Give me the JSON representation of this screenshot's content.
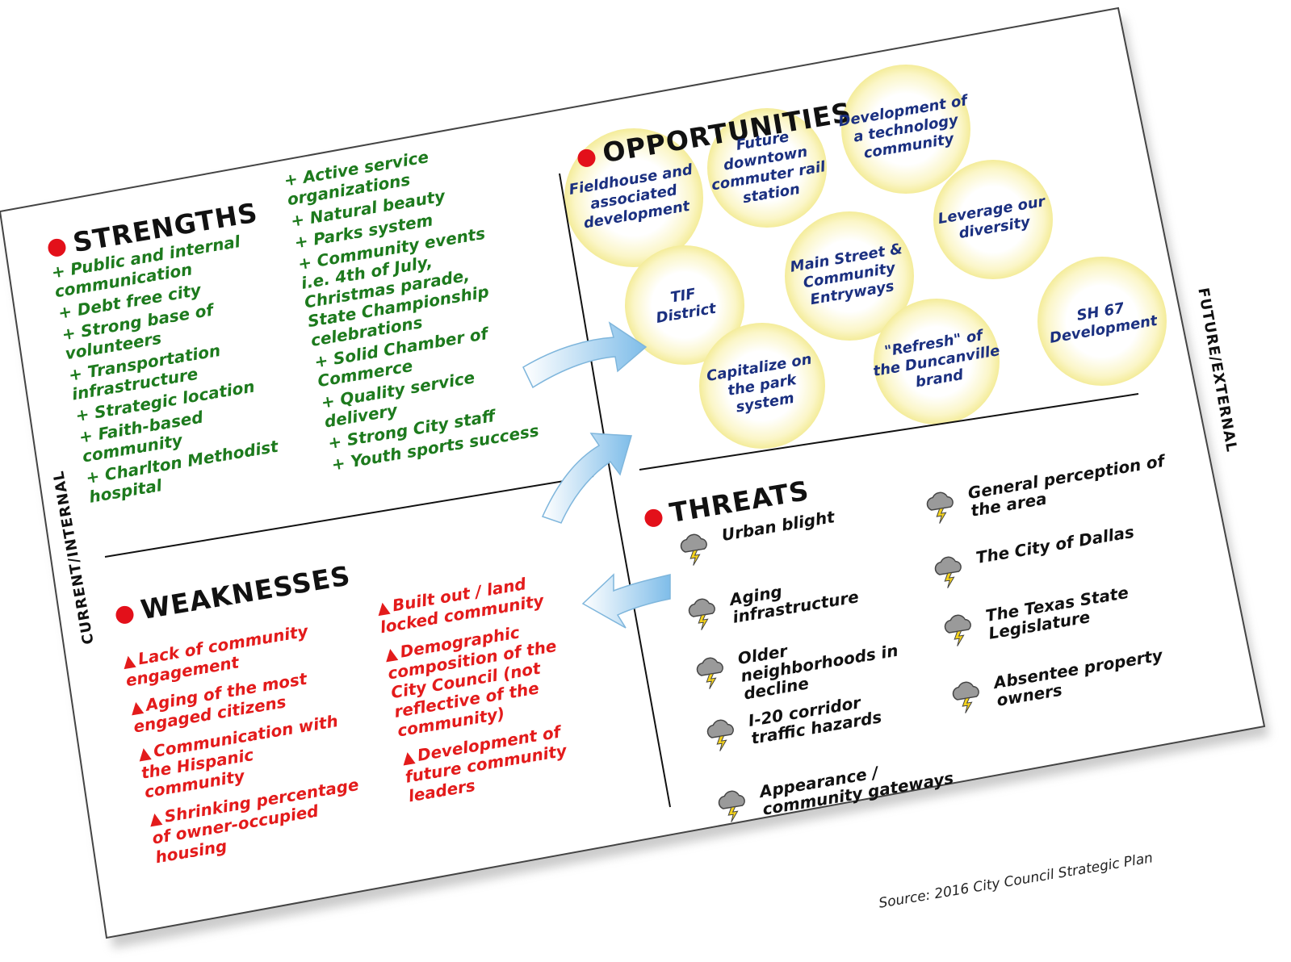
{
  "strengths": {
    "title": "STRENGTHS",
    "col1": [
      "+ Public and internal\n  communication",
      "+ Debt free city",
      "+ Strong base of\n  volunteers",
      "+ Transportation\n  infrastructure",
      "+ Strategic location",
      "+ Faith-based\n  community",
      "+ Charlton Methodist\n  hospital"
    ],
    "col2": [
      "+ Active service\n  organizations",
      "+ Natural beauty",
      "+ Parks system",
      "+ Community events\n  i.e. 4th of July,\n  Christmas parade,\n  State Championship\n  celebrations",
      "+ Solid Chamber of\n  Commerce",
      "+ Quality service\n  delivery",
      "+ Strong City staff",
      "+ Youth sports success"
    ]
  },
  "weaknesses": {
    "title": "WEAKNESSES",
    "col1": [
      "Lack of community\nengagement",
      "Aging of the most\nengaged citizens",
      "Communication with\nthe Hispanic\ncommunity",
      "Shrinking percentage\nof owner-occupied\nhousing"
    ],
    "col2": [
      "Built out / land\nlocked community",
      "Demographic\ncomposition of the\nCity Council (not\nreflective of the\ncommunity)",
      "Development of\nfuture community\nleaders"
    ]
  },
  "opportunities": {
    "title": "OPPORTUNITIES",
    "items": [
      "Fieldhouse and\nassociated\ndevelopment",
      "Future\ndowntown\ncommuter rail\nstation",
      "Development of\na technology\ncommunity",
      "Leverage our\ndiversity",
      "Main Street &\nCommunity\nEntryways",
      "TIF\nDistrict",
      "SH 67\nDevelopment",
      "Capitalize on\nthe park\nsystem",
      "\"Refresh\" of\nthe Duncanville\nbrand"
    ]
  },
  "threats": {
    "title": "THREATS",
    "col1": [
      "Urban blight",
      "Aging\ninfrastructure",
      "Older\nneighborhoods in\ndecline",
      "I-20 corridor\ntraffic hazards",
      "Appearance /\ncommunity gateways"
    ],
    "col2": [
      "General perception of\nthe area",
      "The City of Dallas",
      "The Texas State\nLegislature",
      "Absentee property\nowners"
    ]
  },
  "axis_labels": {
    "left": "CURRENT/INTERNAL",
    "right": "FUTURE/EXTERNAL"
  },
  "source": "Source: 2016 City Council Strategic Plan",
  "colors": {
    "strengths": "#1d7a1d",
    "weaknesses": "#e31b1b",
    "opportunities": "#1b3080",
    "threats": "#111111",
    "bullet": "#e3101a",
    "arrow": "#8fc7ee"
  }
}
